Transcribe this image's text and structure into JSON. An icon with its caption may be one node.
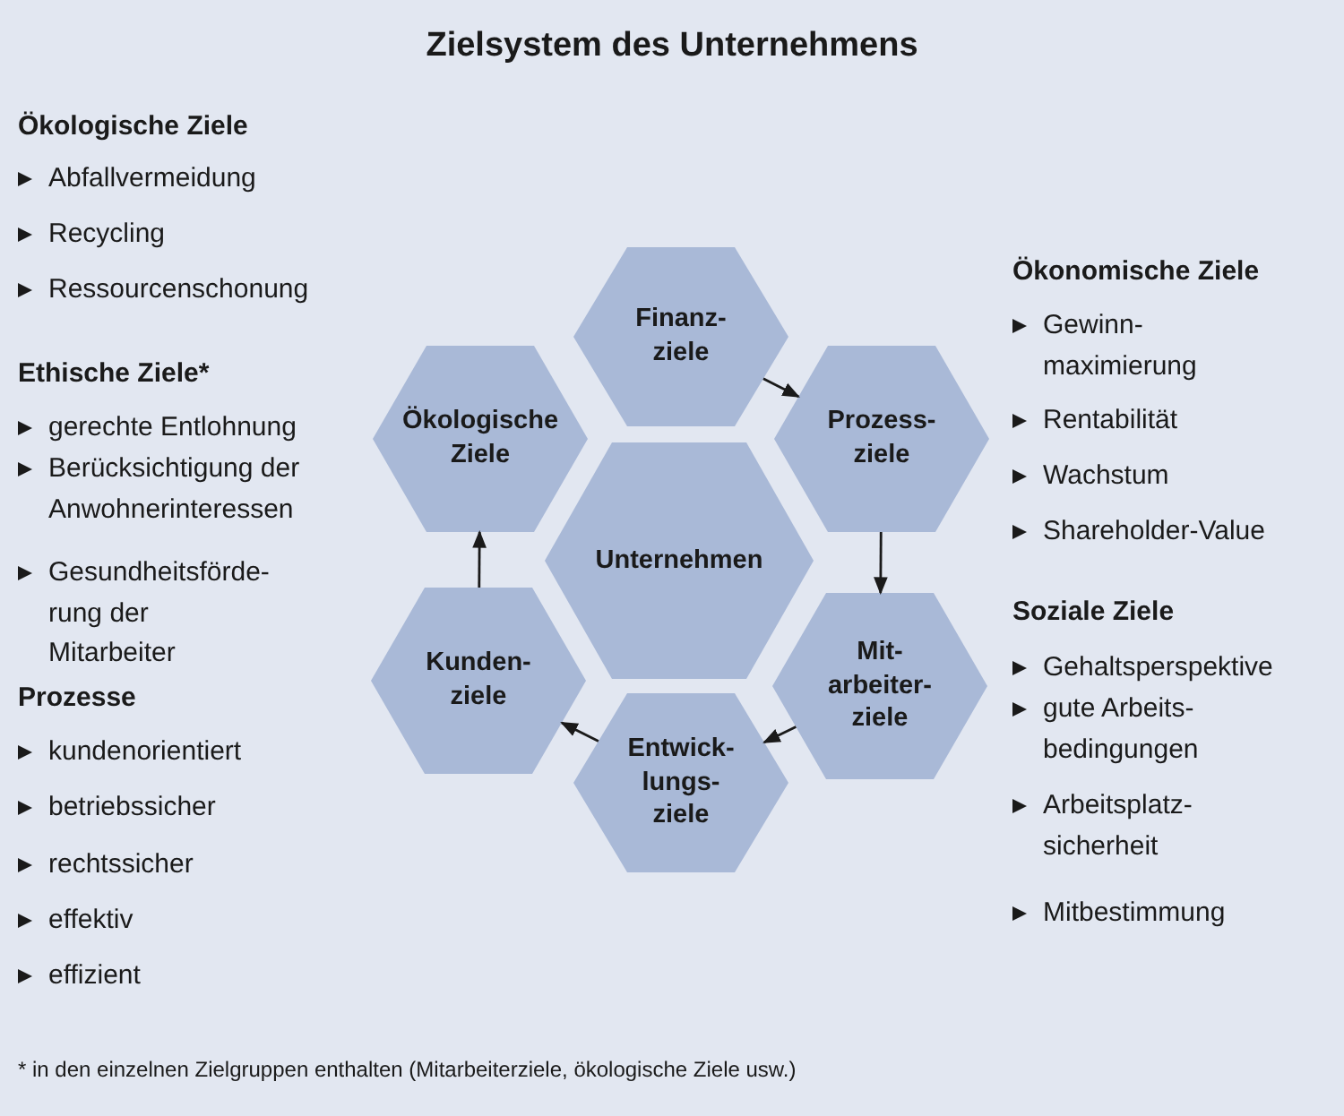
{
  "diagram": {
    "title": "Zielsystem des Unternehmens",
    "nodes": [
      {
        "text": [
          "Finanz- ziele"
        ]
      },
      {
        "text": [
          "Ökologische Ziele"
        ]
      },
      {
        "text": [
          "Prozess- ziele"
        ]
      },
      {
        "text": [
          "Unternehmen"
        ]
      },
      {
        "text": [
          "Kunden- ziele"
        ]
      },
      {
        "text": [
          "Mit- arbeiter- ziele"
        ]
      },
      {
        "text": [
          "Entwick- lungs- ziele"
        ]
      }
    ],
    "edges": [
      {
        "from": 0,
        "to": 2,
        "arrow": "to"
      },
      {
        "from": 2,
        "to": 5,
        "arrow": "to"
      },
      {
        "from": 5,
        "to": 6,
        "arrow": "to"
      },
      {
        "from": 6,
        "to": 4,
        "arrow": "to"
      },
      {
        "from": 4,
        "to": 1,
        "arrow": "to"
      }
    ],
    "labels": [
      "Ökologische Ziele",
      "Abfallvermeidung",
      "Recycling",
      "Ressourcenschonung",
      "Ethische Ziele*",
      "gerechte Entlohnung",
      "Berücksichtigung der Anwohnerinteressen",
      "Gesundheitsförde- rung der Mitarbeiter",
      "Prozesse",
      "kundenorientiert",
      "betriebssicher",
      "rechtssicher",
      "effektiv",
      "effizient",
      "Ökonomische Ziele",
      "Gewinn- maximierung",
      "Rentabilität",
      "Wachstum",
      "Shareholder-Value",
      "Soziale Ziele",
      "Gehaltsperspektive",
      "gute Arbeits- bedingungen",
      "Arbeitsplatz- sicherheit",
      "Mitbestimmung",
      "* in den einzelnen Zielgruppen enthalten (Mitarbeiterziele, ökologische Ziele usw.)"
    ]
  }
}
